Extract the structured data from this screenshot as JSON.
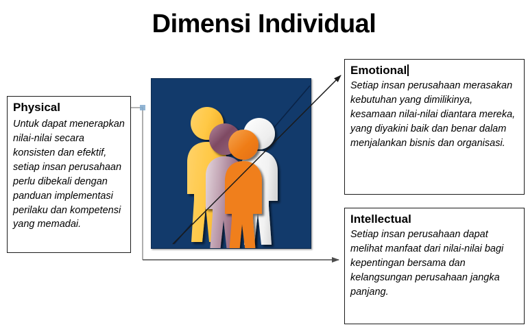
{
  "slide": {
    "title": "Dimensi Individual",
    "background_color": "#ffffff"
  },
  "picture": {
    "name": "four-people-silhouettes",
    "background_color": "#123A6B",
    "figures": [
      {
        "name": "figure-yellow",
        "color": "#FFC845"
      },
      {
        "name": "figure-purple",
        "color": "#8E5B74"
      },
      {
        "name": "figure-orange",
        "color": "#F07F1A"
      },
      {
        "name": "figure-white",
        "color": "#FFFFFF"
      }
    ]
  },
  "callouts": {
    "physical": {
      "title": "Physical",
      "body": "Untuk dapat menerapkan nilai-nilai secara konsisten dan efektif, setiap insan perusahaan perlu dibekali dengan panduan implementasi perilaku dan kompetensi yang memadai."
    },
    "emotional": {
      "title": "Emotional",
      "body": "Setiap insan perusahaan merasakan kebutuhan yang dimilikinya, kesamaan nilai-nilai diantara mereka, yang diyakini baik dan benar dalam menjalankan bisnis dan organisasi."
    },
    "intellectual": {
      "title": "Intellectual",
      "body": "Setiap insan perusahaan dapat melihat manfaat dari nilai-nilai bagi kepentingan bersama dan kelangsungan perusahaan jangka panjang."
    }
  },
  "connectors": [
    {
      "name": "connector-to-physical",
      "color": "#808080",
      "arrow": "left"
    },
    {
      "name": "connector-to-emotional",
      "color": "#1a1a1a",
      "arrow": "up-right"
    },
    {
      "name": "connector-to-intellectual",
      "color": "#4d4d4d",
      "arrow": "right"
    }
  ]
}
